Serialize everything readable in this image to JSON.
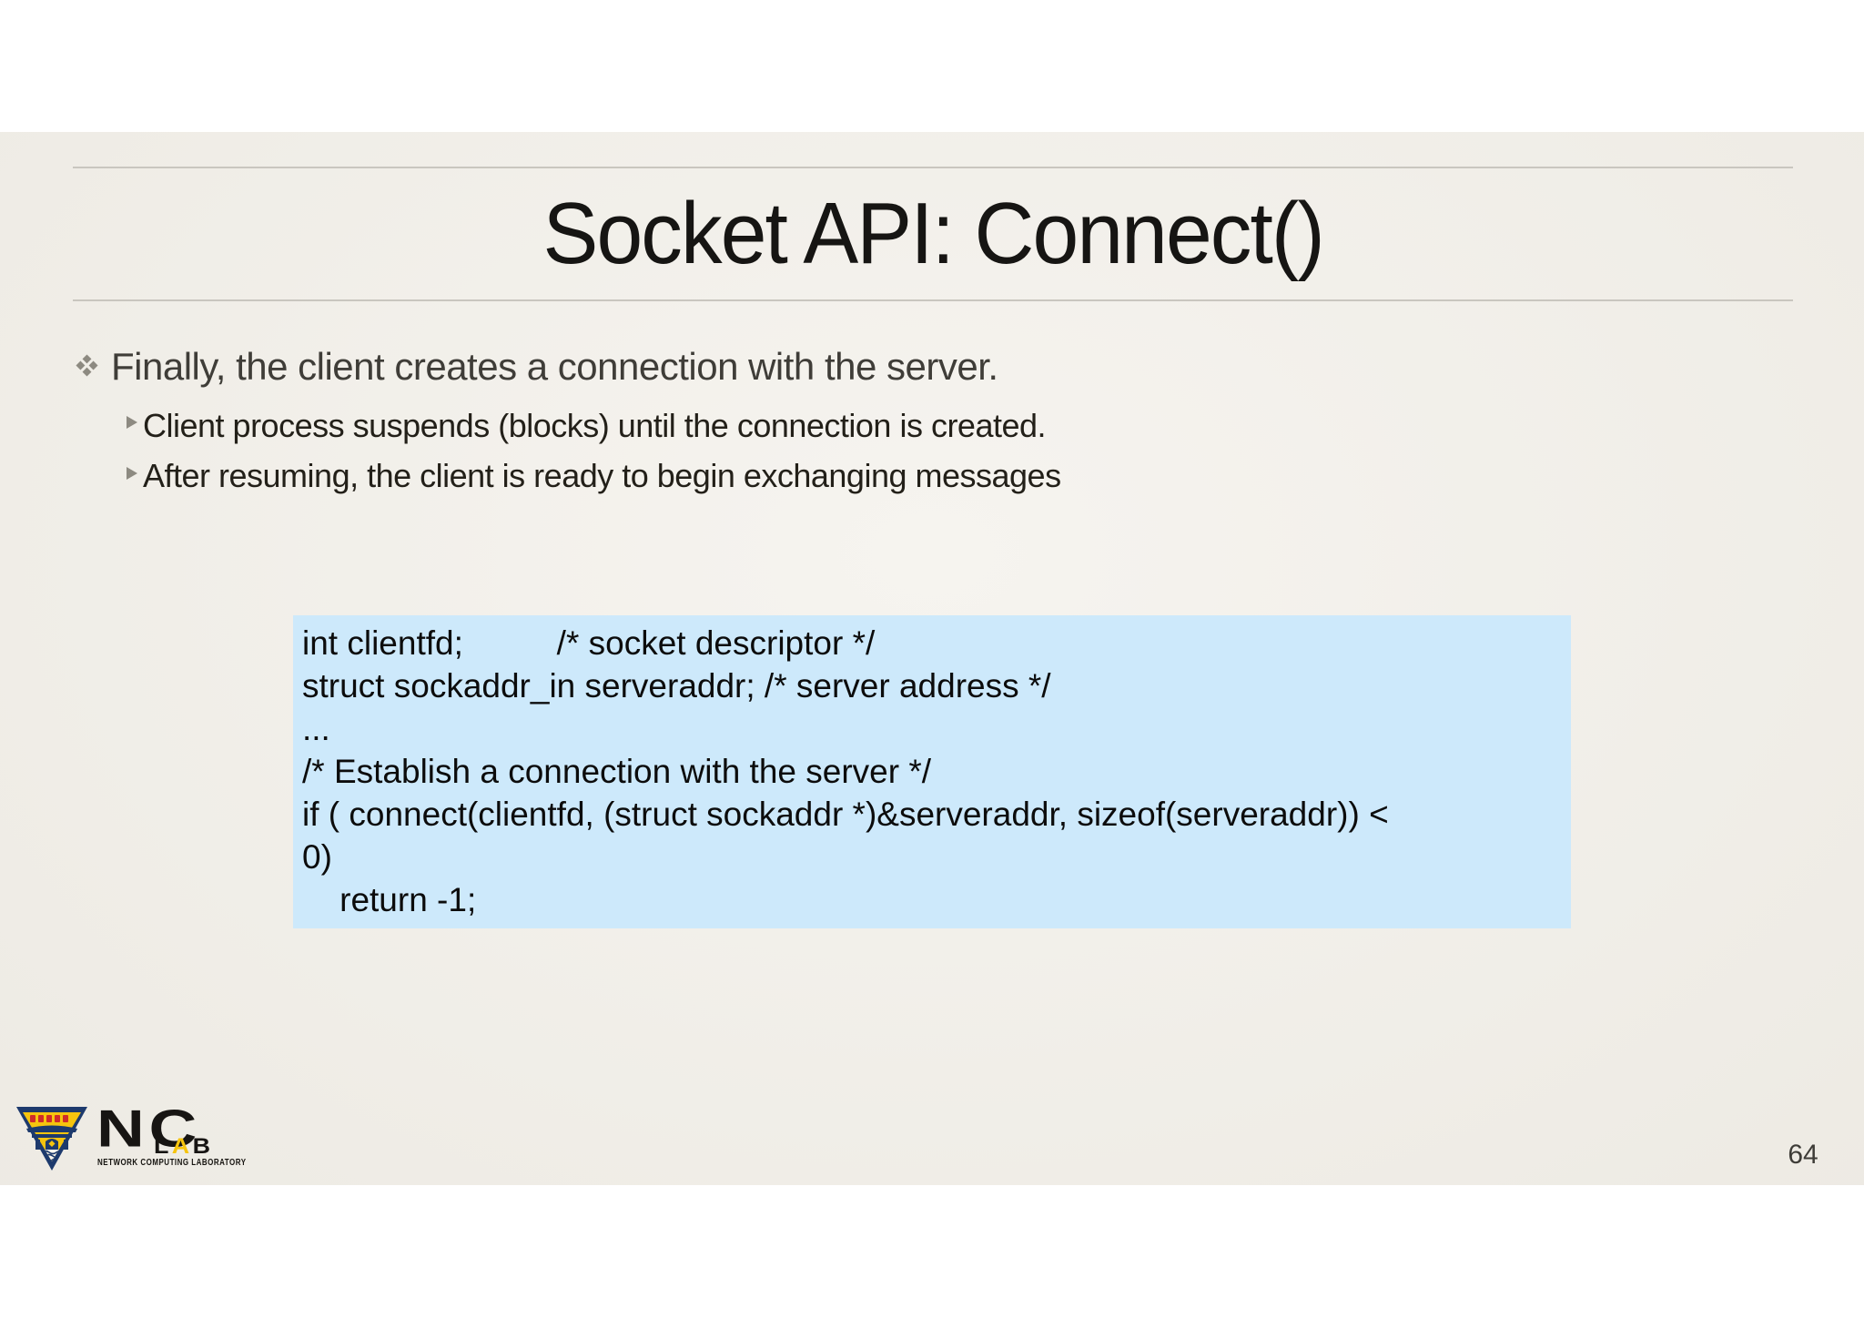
{
  "slide": {
    "title": "Socket API: Connect()",
    "bullets": {
      "main": "Finally, the client creates a connection with the server.",
      "sub": [
        "Client process suspends (blocks) until the connection is created.",
        "After resuming, the client is ready to begin exchanging messages"
      ]
    },
    "code": {
      "lines": [
        "int clientfd;          /* socket descriptor */",
        "struct sockaddr_in serveraddr; /* server address */",
        "...",
        "/* Establish a connection with the server */",
        "if ( connect(clientfd, (struct sockaddr *)&serveraddr, sizeof(serveraddr)) <",
        "0)",
        "    return -1;"
      ]
    },
    "footer": {
      "page_number": "64",
      "logo": {
        "nc": "NC",
        "lab_l": "L",
        "lab_a": "A",
        "lab_b": "B",
        "caption": "NETWORK COMPUTING LABORATORY"
      }
    },
    "colors": {
      "slide_background": "#f1eee7",
      "page_background": "#ffffff",
      "code_background": "#cde9fb",
      "divider_line": "#c9c6bf",
      "bullet_marker": "#8d8a81",
      "title_text": "#161513",
      "main_bullet_text": "#3f3d38",
      "sub_bullet_text": "#232019",
      "logo_navy": "#1d3a6d",
      "logo_yellow": "#f6c40e",
      "logo_red": "#cf2b2a"
    }
  }
}
